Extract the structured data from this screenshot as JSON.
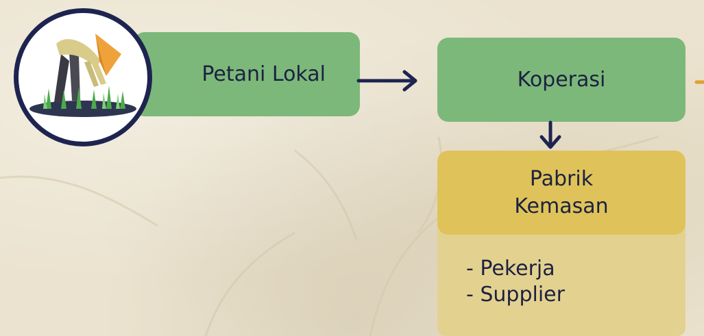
{
  "nodes": {
    "petani": {
      "label": "Petani Lokal",
      "icon": "farmer-planting-rice-icon"
    },
    "koperasi": {
      "label": "Koperasi"
    },
    "pabrik": {
      "label_line1": "Pabrik",
      "label_line2": "Kemasan"
    }
  },
  "pabrik_details": [
    "- Pekerja",
    "- Supplier"
  ],
  "colors": {
    "green_node": "#7cb87a",
    "pabrik_header": "#dfc35a",
    "pabrik_body": "#e3d28f",
    "arrow_navy": "#1d2450",
    "arrow_orange": "#e0a032",
    "text": "#1c2140"
  }
}
